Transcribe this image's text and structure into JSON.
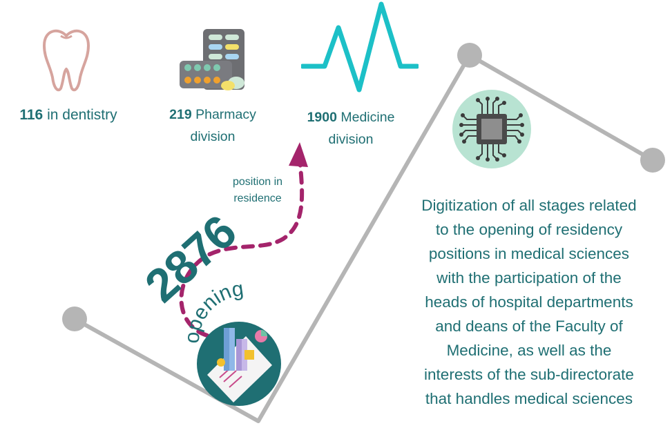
{
  "stats": [
    {
      "number": "116",
      "label": "in dentistry"
    },
    {
      "number": "219",
      "label": "Pharmacy",
      "label2": "division"
    },
    {
      "number": "1900",
      "label": "Medicine",
      "label2": "division"
    }
  ],
  "position_note": {
    "line1": "position in",
    "line2": "residence"
  },
  "big_number": "2876",
  "opening_word": "opening",
  "description": [
    "Digitization of all stages related",
    "to the opening of residency",
    "positions in medical sciences",
    "with the participation of the",
    "heads of hospital departments",
    "and deans of the Faculty of",
    "Medicine, as well as the",
    "interests of the sub-directorate",
    "that handles medical sciences"
  ],
  "colors": {
    "teal_text": "#1f6f73",
    "accent_cyan": "#1cc0c7",
    "magenta": "#a4246b",
    "line_gray": "#b5b5b5",
    "mint": "#b8e3d2",
    "dark_teal": "#1f6f73"
  },
  "icons": [
    "tooth-icon",
    "pills-icon",
    "heartbeat-icon",
    "chip-icon",
    "report-icon"
  ]
}
